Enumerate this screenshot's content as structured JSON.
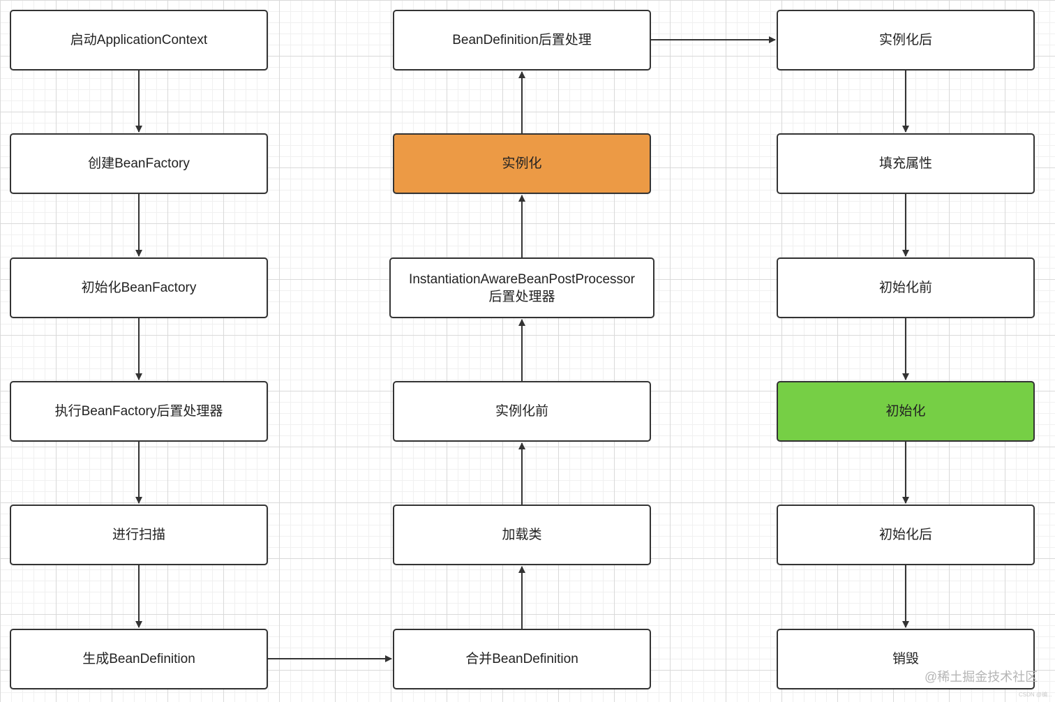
{
  "nodes": {
    "c1_1": "启动ApplicationContext",
    "c1_2": "创建BeanFactory",
    "c1_3": "初始化BeanFactory",
    "c1_4": "执行BeanFactory后置处理器",
    "c1_5": "进行扫描",
    "c1_6": "生成BeanDefinition",
    "c2_1": "BeanDefinition后置处理",
    "c2_2": "实例化",
    "c2_3": "InstantiationAwareBeanPostProcessor\n后置处理器",
    "c2_4": "实例化前",
    "c2_5": "加载类",
    "c2_6": "合并BeanDefinition",
    "c3_1": "实例化后",
    "c3_2": "填充属性",
    "c3_3": "初始化前",
    "c3_4": "初始化",
    "c3_5": "初始化后",
    "c3_6": "销毁"
  },
  "colors": {
    "highlight_orange": "#ec9a45",
    "highlight_green": "#76cf45",
    "border": "#333333",
    "arrow": "#333333"
  },
  "watermark": {
    "main": "@稀土掘金技术社区",
    "small": "CSDN @编..."
  }
}
